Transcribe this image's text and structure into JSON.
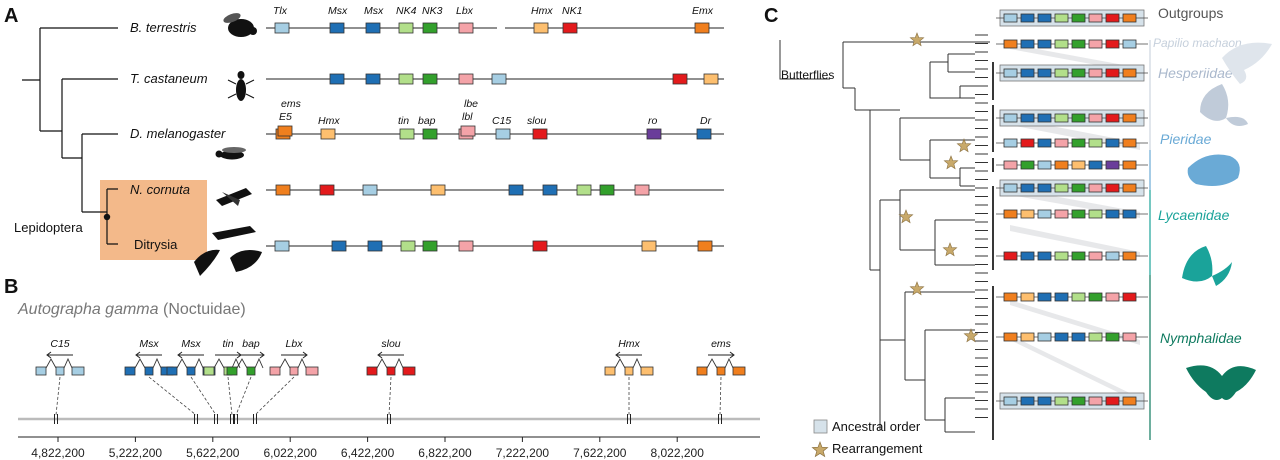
{
  "colors": {
    "Tlx": "#a6cee3",
    "Msx": "#1f6fb4",
    "NK4": "#b2df8a",
    "NK3": "#33a02c",
    "Lbx": "#f4a3a8",
    "Hmx": "#fdbf6f",
    "NK1": "#e31a1c",
    "Emx": "#f07f1e",
    "ems": "#f07f1e",
    "C15": "#a6cee3",
    "slou": "#e31a1c",
    "ro": "#6a3d9a",
    "Dr": "#1f6fb4",
    "lepidoptera_box": "#f3b98a",
    "outgroup_shade": "#cdd6e0",
    "ancestral_box": "#d6e2ea",
    "star": "#c8a96a",
    "hesperiidae": "#aab8cc",
    "pieridae": "#6aaad6",
    "lycaenidae": "#1aa39a",
    "nymphalidae": "#0e7a5f"
  },
  "panel_a": {
    "letter": "A",
    "taxa": [
      {
        "name": "B. terrestris",
        "italic": true
      },
      {
        "name": "T. castaneum",
        "italic": true
      },
      {
        "name": "D. melanogaster",
        "italic": true
      },
      {
        "name": "N. cornuta",
        "italic": true
      },
      {
        "name": "Ditrysia",
        "italic": false
      }
    ],
    "clade_label": "Lepidoptera",
    "tracks": [
      {
        "labels": [
          "Tlx",
          "Msx",
          "Msx",
          "NK4",
          "NK3",
          "Lbx",
          "Hmx",
          "NK1",
          "Emx"
        ],
        "genes": [
          "Tlx",
          "Msx",
          "Msx",
          "NK4",
          "NK3",
          "Lbx",
          "Hmx",
          "NK1",
          "Emx"
        ]
      },
      {
        "labels": [],
        "genes": [
          "Msx",
          "Msx",
          "NK4",
          "NK3",
          "Lbx",
          "Tlx",
          "NK1",
          "Hmx"
        ]
      },
      {
        "labels": [
          "ems",
          "E5",
          "Hmx",
          "tin",
          "bap",
          "lbe",
          "lbl",
          "C15",
          "slou",
          "ro",
          "Dr"
        ],
        "genes": [
          "ems",
          "Hmx",
          "NK4",
          "NK3",
          "Lbx",
          "C15",
          "slou",
          "ro",
          "Dr"
        ]
      },
      {
        "labels": [],
        "genes": [
          "ems",
          "slou",
          "C15",
          "Hmx",
          "Msx",
          "Msx",
          "NK4",
          "NK3",
          "Lbx"
        ]
      },
      {
        "labels": [],
        "genes": [
          "C15",
          "Msx",
          "Msx",
          "NK4",
          "NK3",
          "Lbx",
          "slou",
          "Hmx",
          "ems"
        ]
      }
    ]
  },
  "panel_b": {
    "letter": "B",
    "species": "Autographa gamma",
    "family": "(Noctuidae)",
    "genes": [
      {
        "label": "C15",
        "color": "C15"
      },
      {
        "label": "Msx",
        "color": "Msx"
      },
      {
        "label": "Msx",
        "color": "Msx"
      },
      {
        "label": "tin",
        "color": "NK4"
      },
      {
        "label": "bap",
        "color": "NK3"
      },
      {
        "label": "Lbx",
        "color": "Lbx"
      },
      {
        "label": "slou",
        "color": "slou"
      },
      {
        "label": "Hmx",
        "color": "Hmx"
      },
      {
        "label": "ems",
        "color": "ems"
      }
    ],
    "axis_ticks": [
      "4,822,200",
      "5,222,200",
      "5,622,200",
      "6,022,200",
      "6,422,200",
      "6,822,200",
      "7,222,200",
      "7,622,200",
      "8,022,200"
    ]
  },
  "panel_c": {
    "letter": "C",
    "outgroups": "Outgroups",
    "butterflies": "Butterflies",
    "families": [
      "Papilio machaon",
      "Hesperiidae",
      "Pieridae",
      "Lycaenidae",
      "Nymphalidae"
    ],
    "legend_ancestral": "Ancestral order",
    "legend_rearrangement": "Rearrangement"
  }
}
